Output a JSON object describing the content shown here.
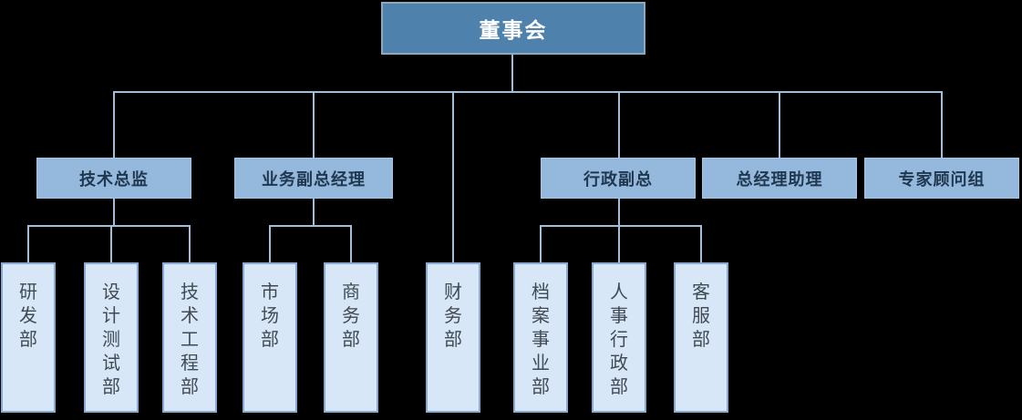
{
  "org_chart": {
    "type": "org-tree",
    "root": {
      "label": "董事会"
    },
    "managers": [
      {
        "label": "技术总监",
        "parent": "董事会"
      },
      {
        "label": "业务副总经理",
        "parent": "董事会"
      },
      {
        "label": "行政副总",
        "parent": "董事会"
      },
      {
        "label": "总经理助理",
        "parent": "董事会"
      },
      {
        "label": "专家顾问组",
        "parent": "董事会"
      }
    ],
    "departments": [
      {
        "label": "研发部",
        "parent": "技术总监"
      },
      {
        "label": "设计测试部",
        "parent": "技术总监"
      },
      {
        "label": "技术工程部",
        "parent": "技术总监"
      },
      {
        "label": "市场部",
        "parent": "业务副总经理"
      },
      {
        "label": "商务部",
        "parent": "业务副总经理"
      },
      {
        "label": "财务部",
        "parent": "董事会"
      },
      {
        "label": "档案事业部",
        "parent": "行政副总"
      },
      {
        "label": "人事行政部",
        "parent": "行政副总"
      },
      {
        "label": "客服部",
        "parent": "行政副总"
      }
    ],
    "colors": {
      "background": "#000000",
      "level1_fill": "#4E81AC",
      "level1_border": "#8EA9BE",
      "level1_text": "#FFFFFF",
      "level2_fill": "#94B9DC",
      "level2_border": "#A4C5E6",
      "level2_text": "#203750",
      "level3_fill": "#D8E7F8",
      "level3_border": "#87A9D2",
      "level3_text": "#404A52",
      "connector": "#A2BEDA"
    }
  }
}
